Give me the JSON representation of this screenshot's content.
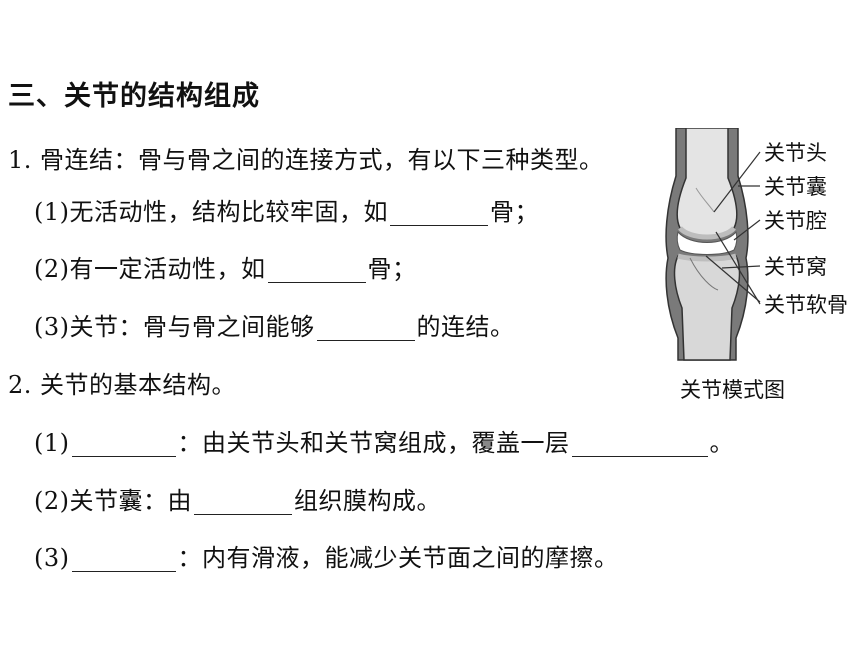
{
  "section_title": "三、关节的结构组成",
  "q1": {
    "stem": "1. 骨连结：骨与骨之间的连接方式，有以下三种类型。",
    "item1": {
      "before": "(1)无活动性，结构比较牢固，如",
      "after": "骨；"
    },
    "item2": {
      "before": "(2)有一定活动性，如",
      "after": "骨；"
    },
    "item3": {
      "before": "(3)关节：骨与骨之间能够",
      "after": "的连结。"
    }
  },
  "q2": {
    "stem": "2. 关节的基本结构。",
    "item1": {
      "prefix": "(1)",
      "middle": "：由关节头和关节窝组成，覆盖一层",
      "after": "。"
    },
    "item2": {
      "before": "(2)关节囊：由",
      "after": "组织膜构成。"
    },
    "item3": {
      "prefix": "(3)",
      "after": "：内有滑液，能减少关节面之间的摩擦。"
    }
  },
  "figure": {
    "labels": [
      "关节头",
      "关节囊",
      "关节腔",
      "关节窝",
      "关节软骨"
    ],
    "caption": "关节模式图"
  }
}
